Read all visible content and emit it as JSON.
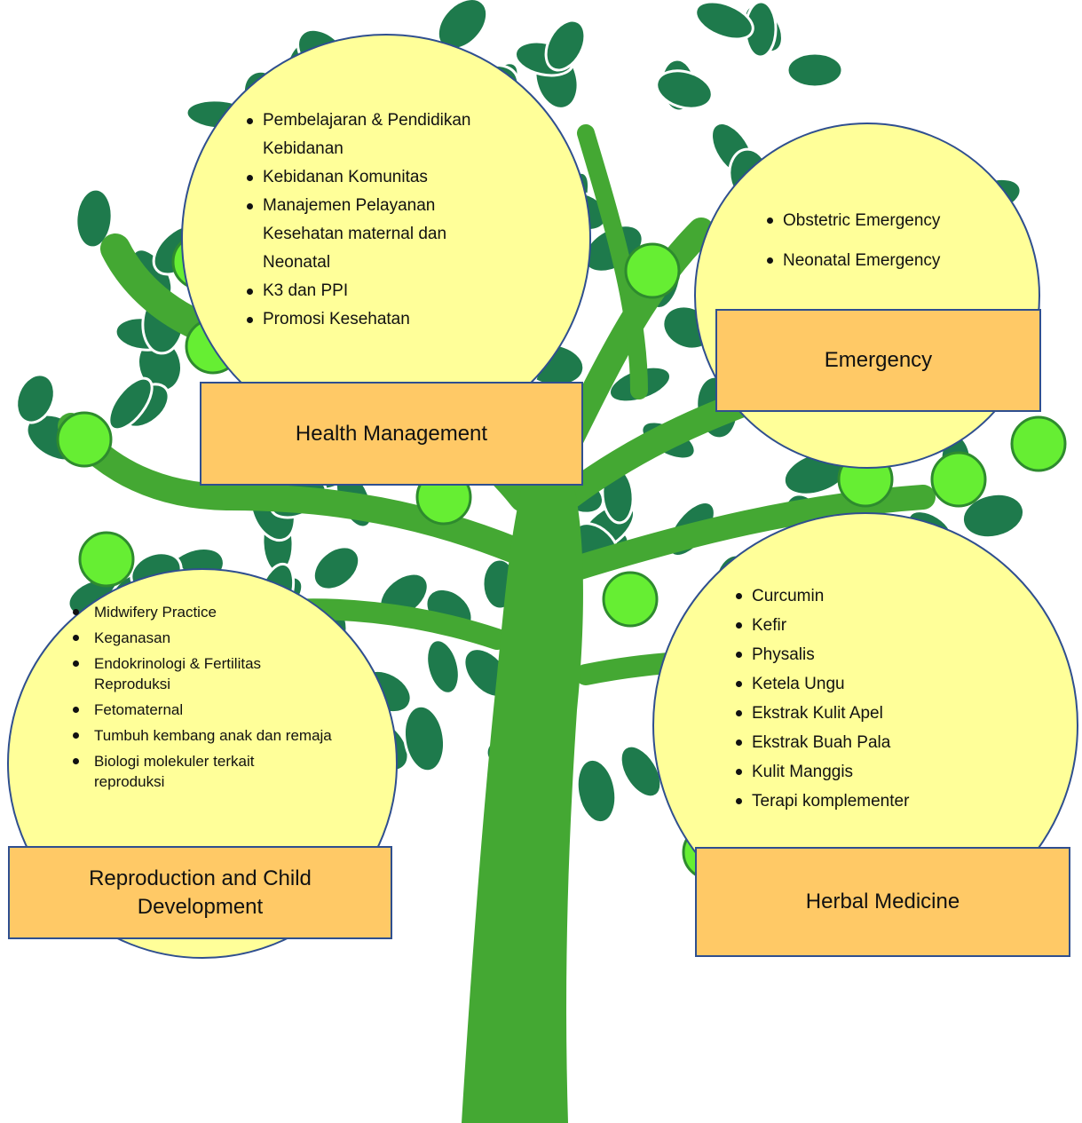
{
  "colors": {
    "leaf_dark": "#1e7a4c",
    "leaf_light": "#66ee33",
    "trunk": "#44a833",
    "circle_fill": "#ffff99",
    "circle_border": "#2f4f8f",
    "box_fill": "#ffc966"
  },
  "health": {
    "title": "Health Management",
    "items": [
      [
        "Pembelajaran & Pendidikan",
        "Kebidanan"
      ],
      [
        "Kebidanan Komunitas"
      ],
      [
        "Manajemen Pelayanan",
        "Kesehatan maternal dan",
        "Neonatal"
      ],
      [
        "K3 dan PPI"
      ],
      [
        "Promosi Kesehatan"
      ]
    ]
  },
  "emergency": {
    "title": "Emergency",
    "items": [
      [
        "Obstetric Emergency"
      ],
      [
        "Neonatal Emergency"
      ]
    ]
  },
  "reproduction": {
    "title_lines": [
      "Reproduction and Child",
      "Development"
    ],
    "items": [
      [
        "Midwifery Practice"
      ],
      [
        "Keganasan"
      ],
      [
        "Endokrinologi & Fertilitas",
        "Reproduksi"
      ],
      [
        "Fetomaternal"
      ],
      [
        "Tumbuh kembang anak dan remaja"
      ],
      [
        "Biologi molekuler terkait",
        "reproduksi"
      ]
    ]
  },
  "herbal": {
    "title": "Herbal Medicine",
    "items": [
      [
        "Curcumin"
      ],
      [
        "Kefir"
      ],
      [
        "Physalis"
      ],
      [
        "Ketela Ungu"
      ],
      [
        "Ekstrak Kulit Apel"
      ],
      [
        "Ekstrak Buah Pala"
      ],
      [
        "Kulit Manggis"
      ],
      [
        "Terapi komplementer"
      ]
    ]
  }
}
